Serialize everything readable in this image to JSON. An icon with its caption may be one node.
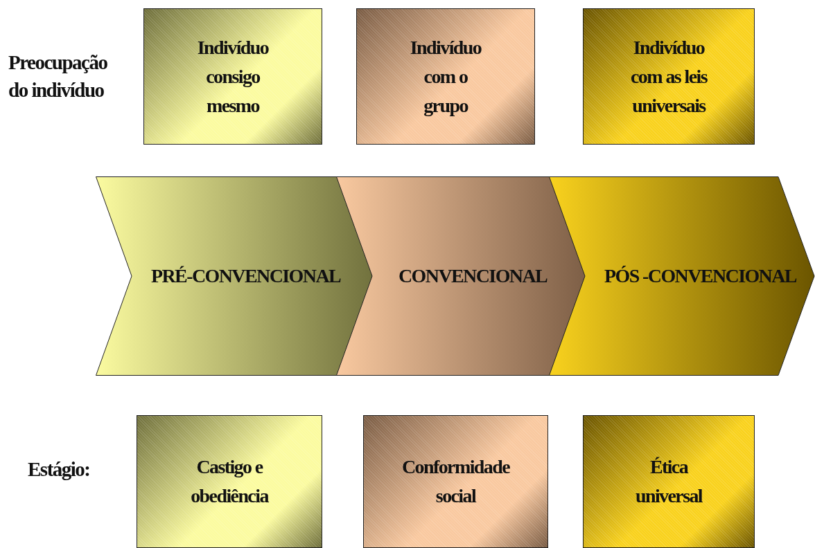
{
  "diagram": {
    "nodes": [
      {
        "text": [
          "Indivíduo consigo mesmo"
        ]
      },
      {
        "text": [
          "Indivíduo com o grupo"
        ]
      },
      {
        "text": [
          "Indivíduo com as leis universais"
        ]
      },
      {
        "text": [
          "PRÉ-CONVENCIONAL"
        ]
      },
      {
        "text": [
          "CONVENCIONAL"
        ]
      },
      {
        "text": [
          "PÓS -CONVENCIONAL"
        ]
      },
      {
        "text": [
          "Castigo e obediência"
        ]
      },
      {
        "text": [
          "Conformidade social"
        ]
      },
      {
        "text": [
          "Ética universal"
        ]
      }
    ],
    "labels": [
      "Preocupação do indivíduo",
      "Estágio:"
    ]
  }
}
